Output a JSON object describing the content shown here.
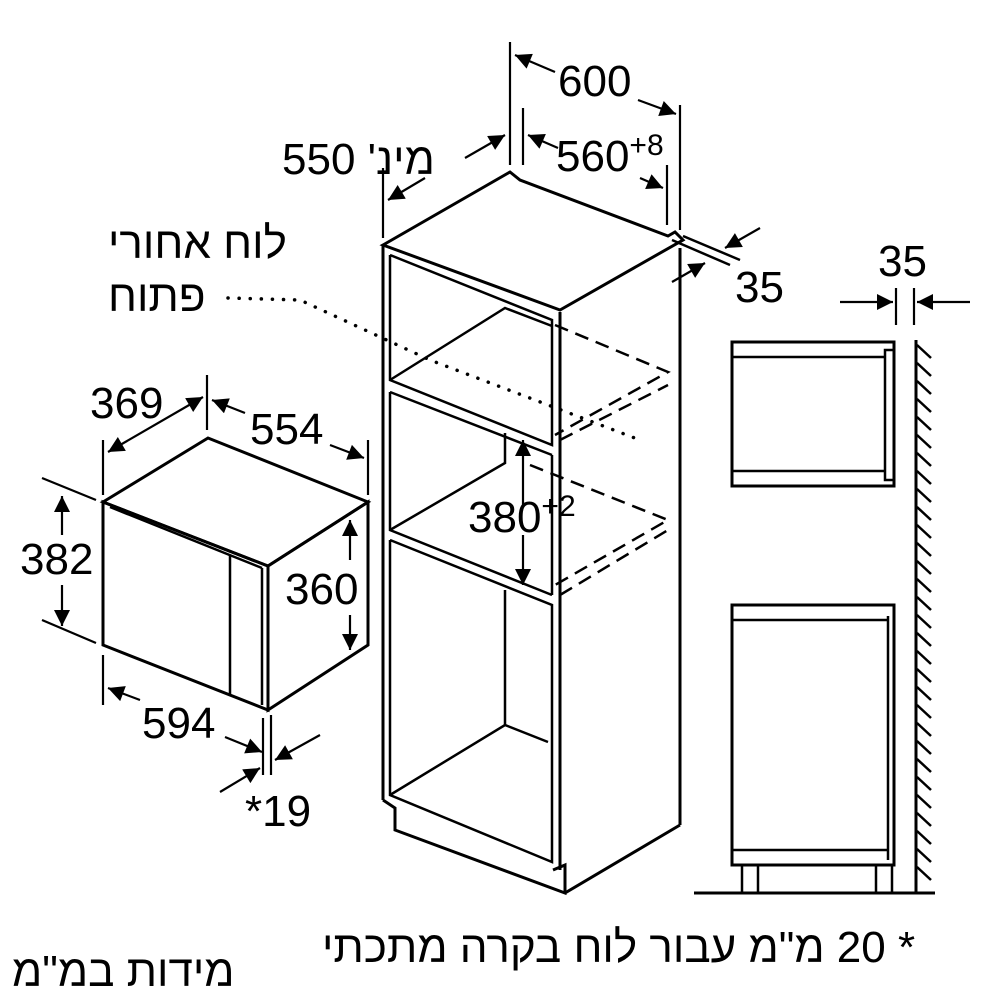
{
  "diagram": {
    "type": "installation-dimensions",
    "units_note": "מידות במ\"מ",
    "footnote": "* 20 מ\"מ עבור לוח בקרה מתכתי",
    "appliance": {
      "depth": "369",
      "width_top": "554",
      "height_total": "382",
      "height_body": "360",
      "front_width": "594",
      "front_panel": "*19"
    },
    "cabinet": {
      "width_outer": "600",
      "width_inner": "560",
      "width_inner_tolerance": "+8",
      "depth_min_value": "550",
      "depth_min_prefix": "מינ'",
      "back_gap": "35",
      "niche_height": "380",
      "niche_height_tolerance": "+2",
      "back_panel_label_line1": "לוח אחורי",
      "back_panel_label_line2": "פתוח"
    },
    "side_view": {
      "wall_gap": "35"
    },
    "colors": {
      "line": "#000000",
      "background": "#ffffff"
    }
  }
}
